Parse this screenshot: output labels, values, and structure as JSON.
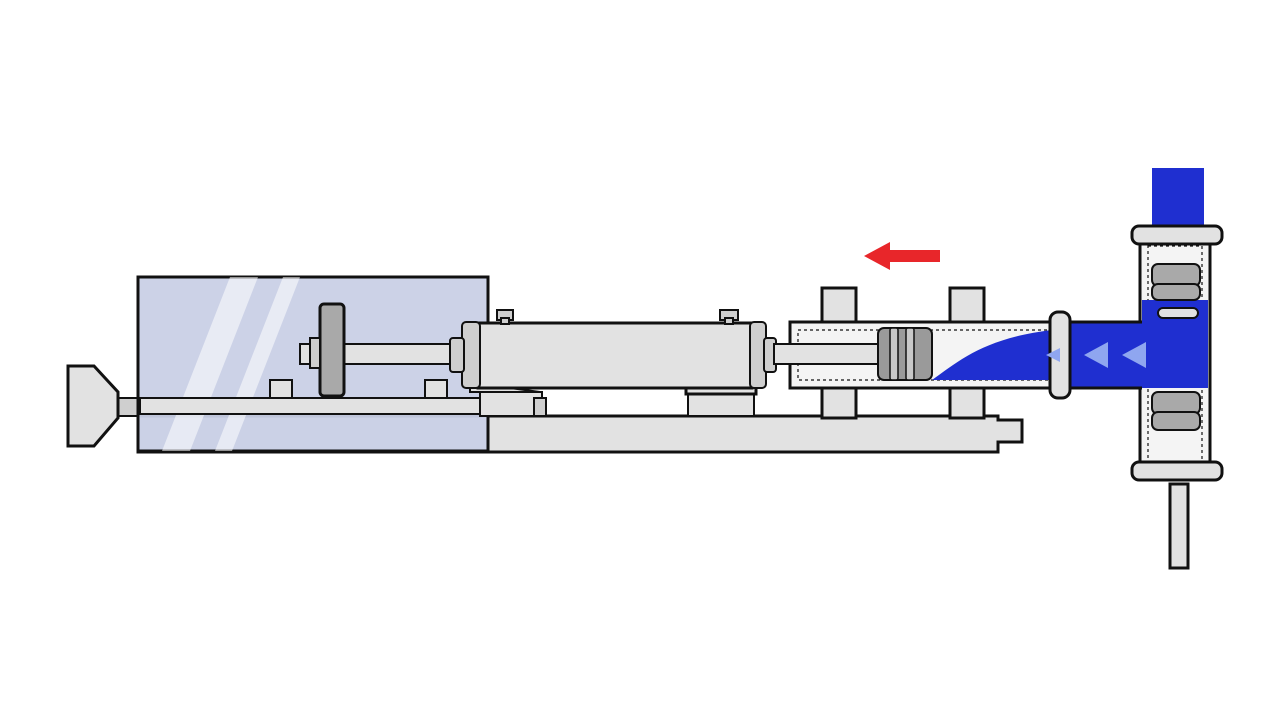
{
  "diagram": {
    "colors": {
      "background": "#ffffff",
      "outline": "#111111",
      "metal_light": "#e2e2e2",
      "metal_mid": "#cfcfcf",
      "metal_dark": "#a9a9a9",
      "piston": "#9a9a9a",
      "housing_glass": "#c9d0e6",
      "fluid": "#1f2fd0",
      "flow_arrow": "#8fa6f0",
      "motion_arrow": "#e8262a",
      "chamber_fill": "#f4f4f4"
    },
    "components": [
      {
        "name": "handwheel"
      },
      {
        "name": "drive-housing"
      },
      {
        "name": "flywheel"
      },
      {
        "name": "crank-cylinder"
      },
      {
        "name": "piston-rod"
      },
      {
        "name": "plunger-piston"
      },
      {
        "name": "pump-chamber"
      },
      {
        "name": "check-valve-block"
      },
      {
        "name": "base-frame"
      }
    ],
    "motion_direction": "left",
    "flow_direction": "left"
  }
}
